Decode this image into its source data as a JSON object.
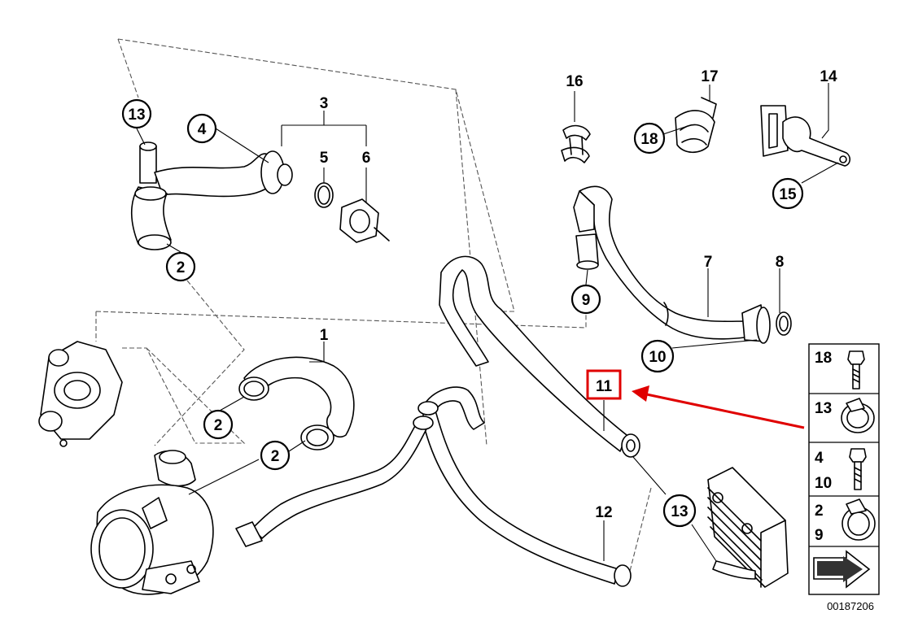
{
  "diagram": {
    "callouts": {
      "c1": "1",
      "c2a": "2",
      "c2b": "2",
      "c2c": "2",
      "c3": "3",
      "c4": "4",
      "c5": "5",
      "c6": "6",
      "c7": "7",
      "c8": "8",
      "c9": "9",
      "c10": "10",
      "c11": "11",
      "c12": "12",
      "c13a": "13",
      "c13b": "13",
      "c14": "14",
      "c15": "15",
      "c16": "16",
      "c17": "17",
      "c18": "18"
    },
    "legend": {
      "row1": "18",
      "row2": "13",
      "row3a": "4",
      "row3b": "10",
      "row4a": "2",
      "row4b": "9"
    },
    "catalog_number": "00187206",
    "highlight_color": "#e00000"
  }
}
